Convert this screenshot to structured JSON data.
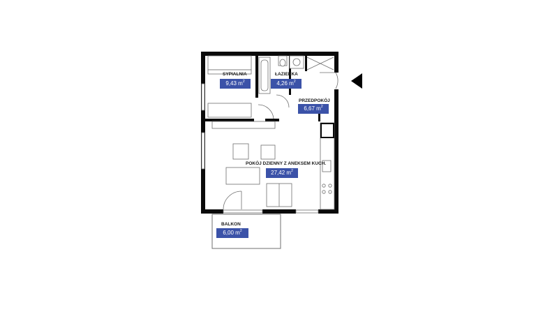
{
  "colors": {
    "accent": "#3b52a8",
    "wall": "#0a0a0a",
    "line": "#6f6f6f"
  },
  "rooms": [
    {
      "id": "sypialnia",
      "name": "SYPIALNIA",
      "area": "9,43 m",
      "unit_sup": "2"
    },
    {
      "id": "lazienka",
      "name": "ŁAZIENKA",
      "area": "4,26 m",
      "unit_sup": "2"
    },
    {
      "id": "przedpokoj",
      "name": "PRZEDPOKÓJ",
      "area": "6,67 m",
      "unit_sup": "2"
    },
    {
      "id": "pokoj",
      "name": "POKÓJ DZIENNY Z ANEKSEM KUCH.",
      "area": "27,42 m",
      "unit_sup": "2"
    },
    {
      "id": "balkon",
      "name": "BALKON",
      "area": "6,00 m",
      "unit_sup": "2"
    }
  ],
  "icons": {
    "entrance": "entrance-arrow-icon"
  }
}
